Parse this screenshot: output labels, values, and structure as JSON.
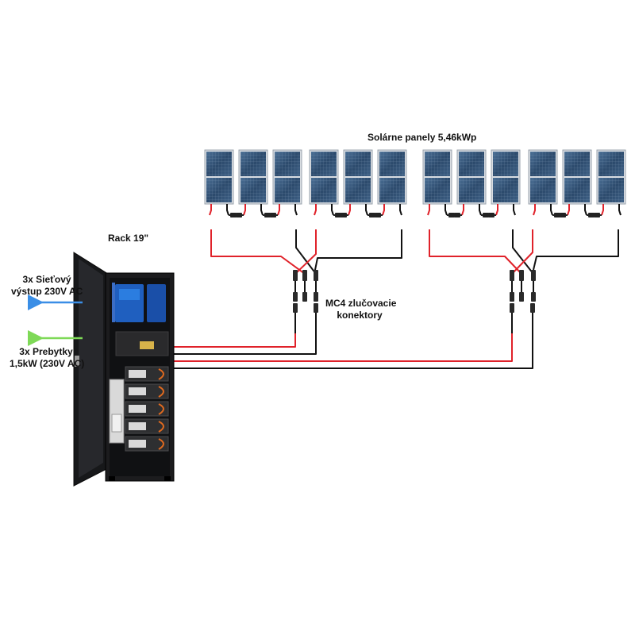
{
  "title": "Solárne panely 5,46kWp",
  "rack_label": "Rack 19\"",
  "connector_label": [
    "MC4 zlučovacie",
    "konektory"
  ],
  "outputs": [
    {
      "lines": [
        "3x Sieťový",
        "výstup 230V AC"
      ],
      "arrow_color": "#3a8ee6"
    },
    {
      "lines": [
        "3x Prebytky",
        "1,5kW (230V AC)"
      ],
      "arrow_color": "#7ed957"
    }
  ],
  "colors": {
    "positive_wire": "#e0222a",
    "negative_wire": "#111111",
    "panel_cell": "#2d4b6e",
    "rack": "#1c1c1e"
  },
  "panel_groups": [
    {
      "panels": 3
    },
    {
      "panels": 3
    },
    {
      "panels": 3
    },
    {
      "panels": 3
    }
  ]
}
